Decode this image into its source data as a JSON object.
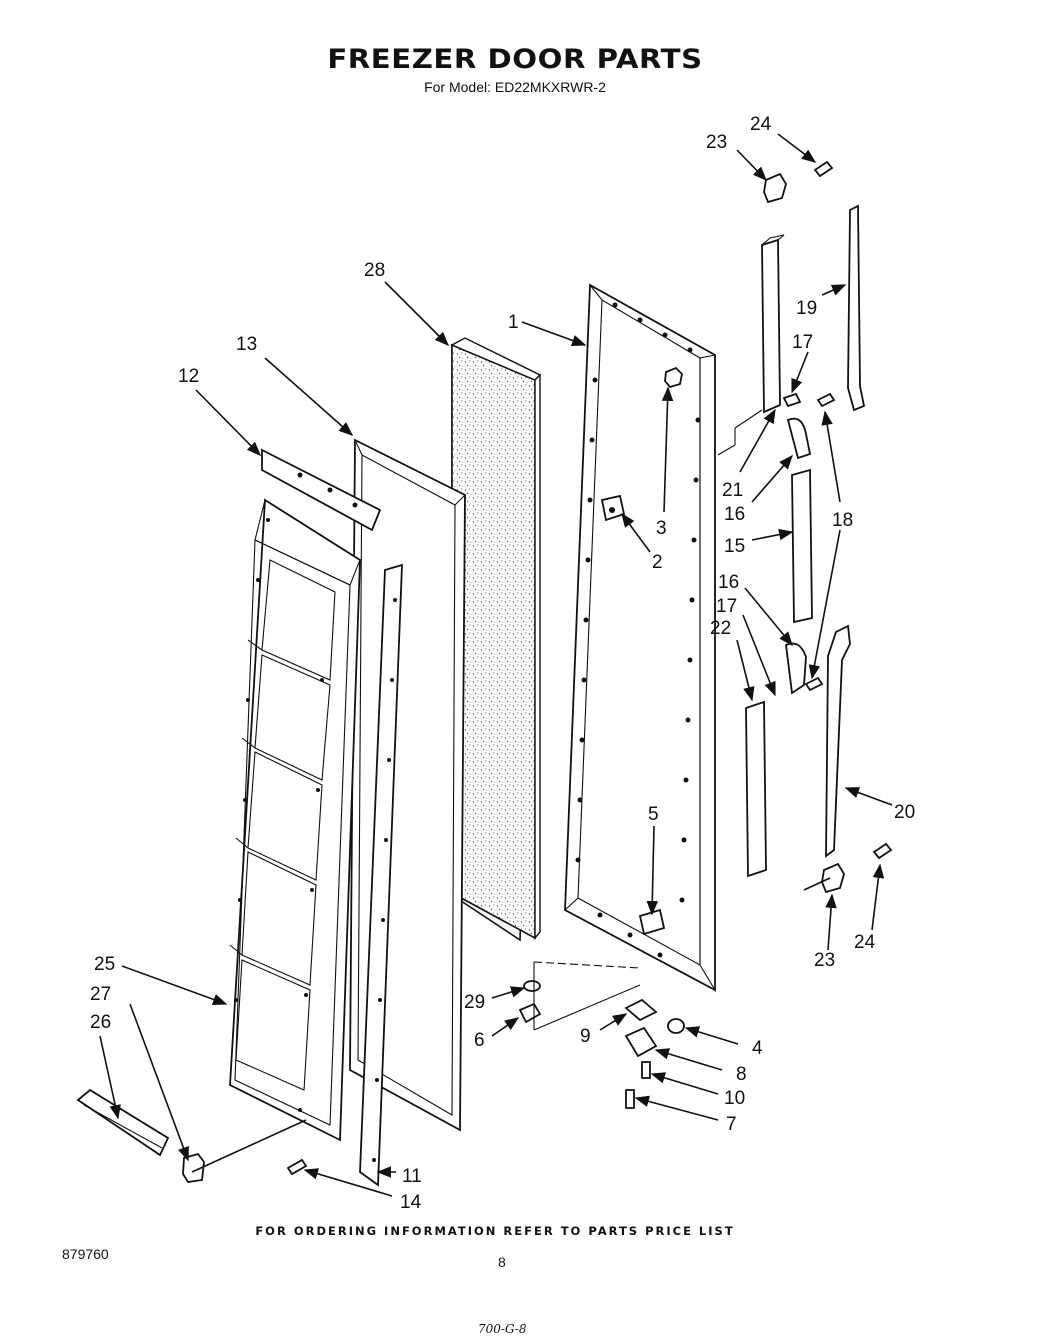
{
  "header": {
    "title": "FREEZER DOOR PARTS",
    "subtitle": "For Model: ED22MKXRWR-2"
  },
  "footer": {
    "ordering_note": "FOR ORDERING INFORMATION REFER TO PARTS PRICE LIST",
    "catalog_number": "879760",
    "page_number": "8",
    "handwritten_note": "700-G-8"
  },
  "callouts": {
    "c1": "1",
    "c2": "2",
    "c3": "3",
    "c4": "4",
    "c5": "5",
    "c6": "6",
    "c7": "7",
    "c8": "8",
    "c9": "9",
    "c10": "10",
    "c11": "11",
    "c12": "12",
    "c13": "13",
    "c14": "14",
    "c15": "15",
    "c16a": "16",
    "c16b": "16",
    "c17a": "17",
    "c17b": "17",
    "c18": "18",
    "c19": "19",
    "c20": "20",
    "c21": "21",
    "c22": "22",
    "c23a": "23",
    "c23b": "23",
    "c24a": "24",
    "c24b": "24",
    "c25": "25",
    "c26": "26",
    "c27": "27",
    "c28": "28",
    "c29": "29"
  }
}
